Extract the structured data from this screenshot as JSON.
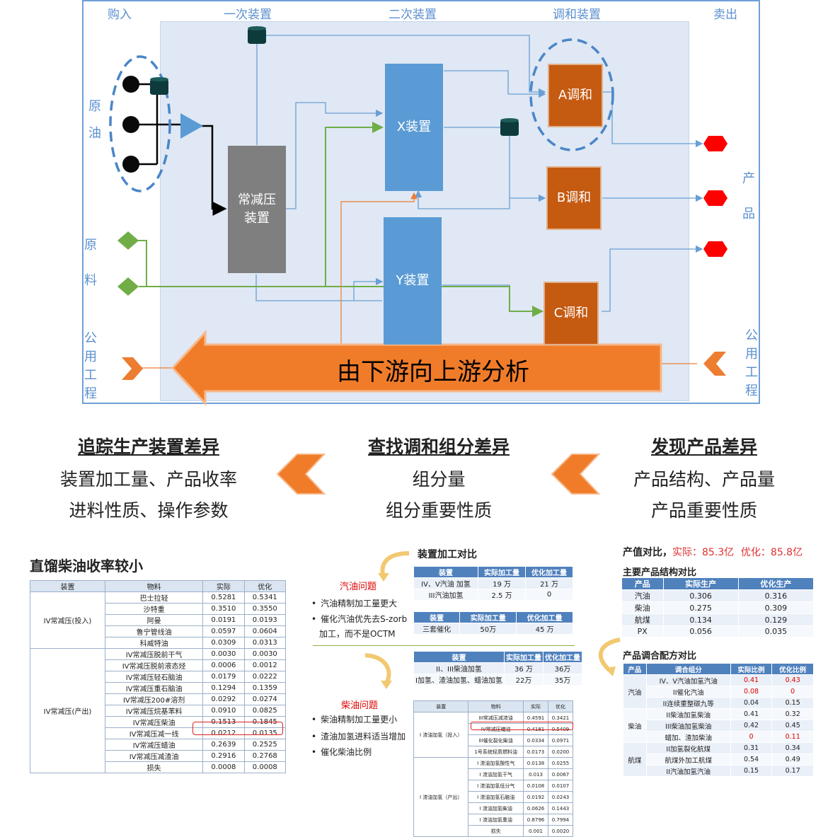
{
  "diagram": {
    "columns": [
      "购入",
      "一次装置",
      "二次装置",
      "调和装置",
      "卖出"
    ],
    "left_labels": {
      "crude": [
        "原",
        "油"
      ],
      "material": [
        "原",
        "料"
      ],
      "utility": [
        "公",
        "用",
        "工",
        "程"
      ]
    },
    "right_labels": {
      "product": [
        "产",
        "品"
      ],
      "utility": [
        "公",
        "用",
        "工",
        "程"
      ]
    },
    "units": {
      "atmospheric": "常减压\n装置",
      "x": "X装置",
      "y": "Y装置",
      "blend_a": "A调和",
      "blend_b": "B调和",
      "blend_c": "C调和"
    },
    "big_arrow": "由下游向上游分析",
    "colors": {
      "frame": "#6fa0d8",
      "unit_blue": "#5b9bd5",
      "unit_orange": "#c55a11",
      "unit_gray": "#7f7f7f",
      "arrow": "#ed7d31",
      "green": "#70ad47",
      "product_red": "#ff0000"
    }
  },
  "sections": {
    "left": {
      "title": "追踪生产装置差异",
      "lines": [
        "装置加工量、产品收率",
        "进料性质、操作参数"
      ]
    },
    "middle": {
      "title": "查找调和组分差异",
      "lines": [
        "组分量",
        "组分重要性质"
      ]
    },
    "right": {
      "title": "发现产品差异",
      "lines": [
        "产品结构、产品量",
        "产品重要性质"
      ]
    }
  },
  "left_table": {
    "title": "直馏柴油收率较小",
    "headers": [
      "装置",
      "物料",
      "实际",
      "优化"
    ],
    "groups": [
      {
        "unit": "IV常减压(投入)",
        "rows": [
          [
            "巴士拉轻",
            "0.5281",
            "0.5341"
          ],
          [
            "沙特重",
            "0.3510",
            "0.3550"
          ],
          [
            "阿曼",
            "0.0191",
            "0.0193"
          ],
          [
            "鲁宁管线油",
            "0.0597",
            "0.0604"
          ],
          [
            "科威特油",
            "0.0309",
            "0.0313"
          ]
        ]
      },
      {
        "unit": "IV常减压(产出)",
        "rows": [
          [
            "IV常减压脱前干气",
            "0.0030",
            "0.0030"
          ],
          [
            "IV常减压脱前液态烃",
            "0.0006",
            "0.0012"
          ],
          [
            "IV常减压轻石脑油",
            "0.0179",
            "0.0222"
          ],
          [
            "IV常减压重石脑油",
            "0.1294",
            "0.1359"
          ],
          [
            "IV常减压200#溶剂",
            "0.0292",
            "0.0274"
          ],
          [
            "IV常减压烷基苯料",
            "0.0910",
            "0.0825"
          ],
          [
            "IV常减压柴油",
            "0.1513",
            "0.1845"
          ],
          [
            "IV常减压减一线",
            "0.0212",
            "0.0135"
          ],
          [
            "IV常减压蜡油",
            "0.2639",
            "0.2525"
          ],
          [
            "IV常减压减渣油",
            "0.2916",
            "0.2768"
          ],
          [
            "损失",
            "0.0008",
            "0.0008"
          ]
        ]
      }
    ]
  },
  "middle": {
    "title": "装置加工对比",
    "gasoline_issue": "汽油问题",
    "gasoline_notes": [
      "汽油精制加工量更大",
      "催化汽油优先去S-zorb",
      "加工，而不是OCTM"
    ],
    "diesel_issue": "柴油问题",
    "diesel_notes": [
      "柴油精制加工量更小",
      "渣油加氢进料适当增加",
      "催化柴油比例"
    ],
    "table1": {
      "headers": [
        "装置",
        "实际加工量",
        "优化加工量"
      ],
      "rows": [
        [
          "IV、V汽油 加氢",
          "19 万",
          "21 万"
        ],
        [
          "III汽油加氢",
          "2.5 万",
          "0"
        ]
      ]
    },
    "table2": {
      "headers": [
        "装置",
        "实际加工量",
        "优化加工量"
      ],
      "rows": [
        [
          "三套催化",
          "50万",
          "45 万"
        ]
      ]
    },
    "table3": {
      "headers": [
        "装置",
        "实际加工量",
        "优化加工量"
      ],
      "rows": [
        [
          "II、III柴油加氢",
          "36 万",
          "36万"
        ],
        [
          "I加氢、渣油加氢、蜡油加氢",
          "22万",
          "35万"
        ]
      ]
    },
    "table4": {
      "headers": [
        "装置",
        "物料",
        "实际",
        "优化"
      ],
      "groups": [
        {
          "unit": "I 渣油加氢（投入）",
          "rows": [
            [
              "III常减压减渣油",
              "0.4591",
              "0.3421"
            ],
            [
              "IV常减压蜡油",
              "0.4181",
              "0.5409"
            ],
            [
              "III催化裂化柴油",
              "0.0334",
              "0.0971"
            ],
            [
              "1号系统轻质燃料油",
              "0.0173",
              "0.0200"
            ]
          ]
        },
        {
          "unit": "I 渣油加氢（产出）",
          "rows": [
            [
              "I 渣油加氢酸性气",
              "0.0138",
              "0.0255"
            ],
            [
              "I 渣油加氢干气",
              "0.013",
              "0.0067"
            ],
            [
              "I 渣油加氢低分气",
              "0.0108",
              "0.0107"
            ],
            [
              "I 渣油加氢石脑油",
              "0.0192",
              "0.0243"
            ],
            [
              "I 渣油加氢柴油",
              "0.0626",
              "0.1443"
            ],
            [
              "I 渣油加氢重油",
              "0.8796",
              "0.7994"
            ],
            [
              "损失",
              "0.001",
              "0.0020"
            ]
          ]
        }
      ]
    }
  },
  "right": {
    "value_label": "产值对比，",
    "value_actual": "实际：85.3亿",
    "value_opt": "优化：85.8亿",
    "struct_title": "主要产品结构对比",
    "struct_table": {
      "headers": [
        "产品",
        "实际生产",
        "优化生产"
      ],
      "rows": [
        [
          "汽油",
          "0.306",
          "0.316"
        ],
        [
          "柴油",
          "0.275",
          "0.309"
        ],
        [
          "航煤",
          "0.134",
          "0.129"
        ],
        [
          "PX",
          "0.056",
          "0.035"
        ]
      ]
    },
    "recipe_title": "产品调合配方对比",
    "recipe_table": {
      "headers": [
        "产品",
        "调合组分",
        "实际比例",
        "优化比例"
      ],
      "groups": [
        {
          "product": "汽油",
          "rows": [
            [
              "IV、V汽油加氢汽油",
              "0.41",
              "0.43",
              true
            ],
            [
              "II催化汽油",
              "0.08",
              "0",
              true
            ],
            [
              "II连续重整碳九等",
              "0.04",
              "0.15",
              false
            ]
          ]
        },
        {
          "product": "柴油",
          "rows": [
            [
              "II柴油加氢柴油",
              "0.41",
              "0.32",
              false
            ],
            [
              "III柴油加氢柴油",
              "0.42",
              "0.45",
              false
            ],
            [
              "蜡加、渣加柴油",
              "0",
              "0.11",
              true
            ]
          ]
        },
        {
          "product": "航煤",
          "rows": [
            [
              "II加氢裂化航煤",
              "0.31",
              "0.34",
              false
            ],
            [
              "航煤外加工航煤",
              "0.54",
              "0.49",
              false
            ],
            [
              "II汽油加氢汽油",
              "0.15",
              "0.17",
              false
            ]
          ]
        }
      ]
    }
  }
}
